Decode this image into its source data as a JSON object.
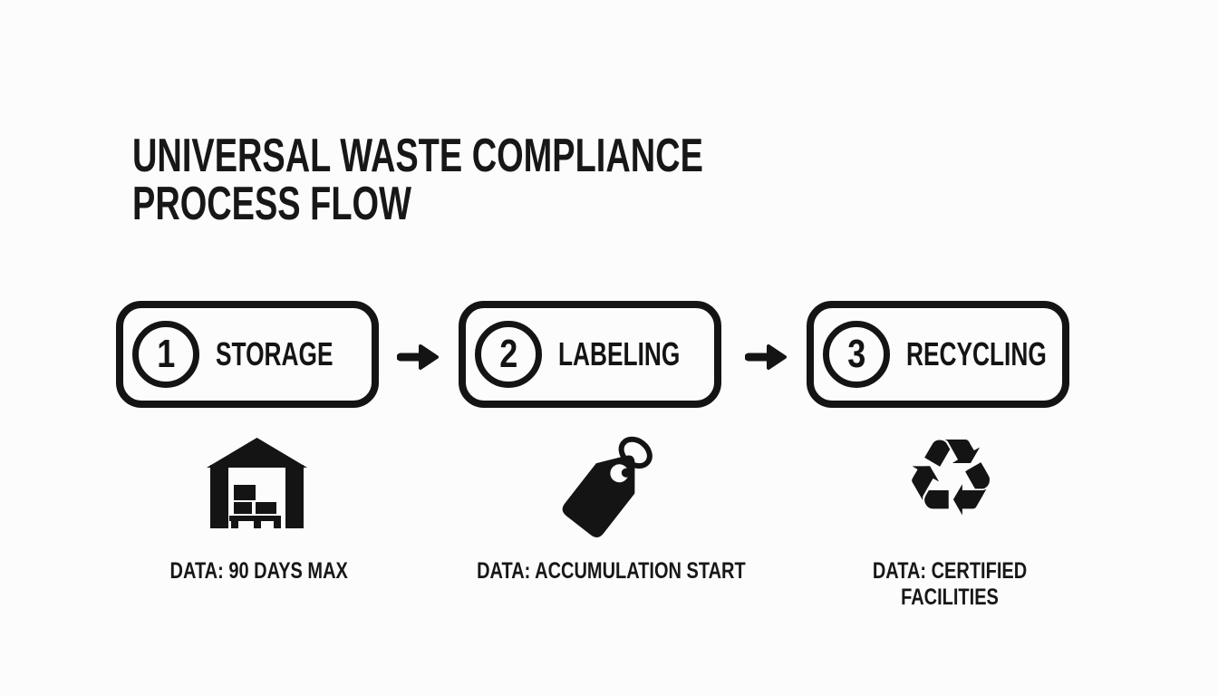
{
  "title": {
    "line1": "UNIVERSAL WASTE COMPLIANCE",
    "line2": "PROCESS FLOW"
  },
  "flow": {
    "steps": [
      {
        "number": "1",
        "label": "STORAGE",
        "icon": "warehouse-icon",
        "data_label": "DATA: 90 DAYS MAX"
      },
      {
        "number": "2",
        "label": "LABELING",
        "icon": "tag-icon",
        "data_label": "DATA: ACCUMULATION START"
      },
      {
        "number": "3",
        "label": "RECYCLING",
        "icon": "recycling-icon",
        "data_label": "DATA: CERTIFIED FACILITIES"
      }
    ],
    "connector": "arrow-right"
  },
  "glyphs": {
    "recycling": "♻"
  },
  "colors": {
    "ink": "#141414",
    "background": "#fcfcfc"
  }
}
